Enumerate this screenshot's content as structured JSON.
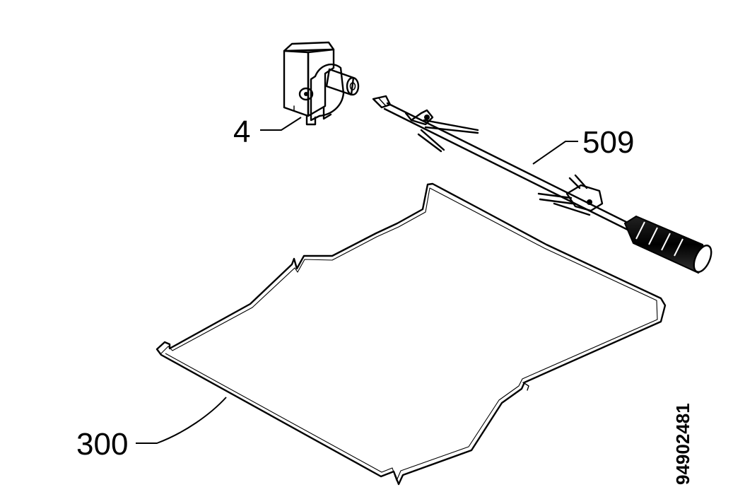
{
  "parts": [
    {
      "id": "motor",
      "label": "4"
    },
    {
      "id": "spit",
      "label": "509"
    },
    {
      "id": "rack",
      "label": "300"
    }
  ],
  "document_number": "94902481",
  "colors": {
    "line": "#000000",
    "background": "#ffffff",
    "shading": "#555555"
  }
}
